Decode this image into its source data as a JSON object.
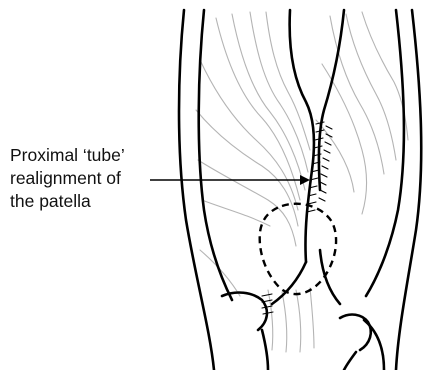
{
  "annotation": {
    "lines": [
      "Proximal ‘tube’",
      "realignment of",
      "the patella"
    ]
  },
  "colors": {
    "outline": "#000000",
    "fibers": "#b4b4b4",
    "patella_dash": "#000000",
    "text": "#111111"
  }
}
